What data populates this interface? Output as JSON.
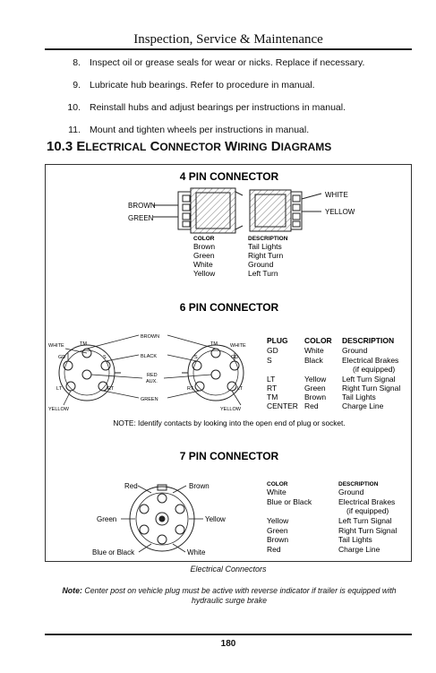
{
  "header": {
    "title": "Inspection, Service & Maintenance"
  },
  "steps": [
    {
      "num": "8.",
      "text": "Inspect oil or grease seals for wear or nicks. Replace if necessary."
    },
    {
      "num": "9.",
      "text": "Lubricate hub bearings. Refer to procedure in manual."
    },
    {
      "num": "10.",
      "text": "Reinstall hubs and adjust bearings per instructions in manual."
    },
    {
      "num": "11.",
      "text": "Mount and tighten wheels per instructions in manual."
    }
  ],
  "section": {
    "number": "10.3",
    "title_parts": [
      {
        "cap": "E",
        "rest": "LECTRICAL"
      },
      {
        "cap": "C",
        "rest": "ONNECTOR"
      },
      {
        "cap": "W",
        "rest": "IRING"
      },
      {
        "cap": "D",
        "rest": "IAGRAMS"
      }
    ]
  },
  "four_pin": {
    "title": "4 PIN CONNECTOR",
    "left_labels": [
      "BROWN",
      "GREEN"
    ],
    "right_labels": [
      "WHITE",
      "YELLOW"
    ],
    "col_color": "COLOR",
    "col_desc": "DESCRIPTION",
    "rows": [
      {
        "color": "Brown",
        "desc": "Tail Lights"
      },
      {
        "color": "Green",
        "desc": "Right Turn"
      },
      {
        "color": "White",
        "desc": "Ground"
      },
      {
        "color": "Yellow",
        "desc": "Left Turn"
      }
    ]
  },
  "six_pin": {
    "title": "6 PIN CONNECTOR",
    "diagram_labels": {
      "white_l": "WHITE",
      "tm_l": "TM",
      "gd_l": "GD",
      "s_l": "S",
      "lt_l": "LT",
      "rt_l": "RT",
      "yellow_l": "YELLOW",
      "brown": "BROWN",
      "black": "BLACK",
      "red": "RED",
      "aux": "AUX.",
      "green": "GREEN",
      "tm_r": "TM",
      "white_r": "WHITE",
      "s_r": "S",
      "gd_r": "GD",
      "rt_r": "RT",
      "lt_r": "LT",
      "yellow_r": "YELLOW"
    },
    "col_plug": "PLUG",
    "col_color": "COLOR",
    "col_desc": "DESCRIPTION",
    "rows": [
      {
        "plug": "GD",
        "color": "White",
        "desc": "Ground"
      },
      {
        "plug": "S",
        "color": "Black",
        "desc": "Electrical Brakes"
      },
      {
        "plug": "",
        "color": "",
        "desc": "(if equipped)"
      },
      {
        "plug": "LT",
        "color": "Yellow",
        "desc": "Left Turn Signal"
      },
      {
        "plug": "RT",
        "color": "Green",
        "desc": "Right Turn Signal"
      },
      {
        "plug": "TM",
        "color": "Brown",
        "desc": "Tail Lights"
      },
      {
        "plug": "CENTER",
        "color": "Red",
        "desc": "Charge Line"
      }
    ],
    "note": "NOTE: Identify contacts by looking into the open end of plug or socket."
  },
  "seven_pin": {
    "title": "7 PIN CONNECTOR",
    "diagram_labels": {
      "red": "Red",
      "brown": "Brown",
      "green": "Green",
      "yellow": "Yellow",
      "blue_black": "Blue or Black",
      "white": "White"
    },
    "col_color": "COLOR",
    "col_desc": "DESCRIPTION",
    "rows": [
      {
        "color": "White",
        "desc": "Ground"
      },
      {
        "color": "Blue or Black",
        "desc": "Electrical Brakes"
      },
      {
        "color": "",
        "desc": "(if equipped)"
      },
      {
        "color": "Yellow",
        "desc": "Left Turn Signal"
      },
      {
        "color": "Green",
        "desc": "Right Turn Signal"
      },
      {
        "color": "Brown",
        "desc": "Tail Lights"
      },
      {
        "color": "Red",
        "desc": "Charge Line"
      }
    ]
  },
  "caption": "Electrical Connectors",
  "note": {
    "label": "Note:",
    "text": "Center post on vehicle plug must be active with reverse indicator if trailer is equipped with hydraulic surge brake"
  },
  "page_number": "180"
}
